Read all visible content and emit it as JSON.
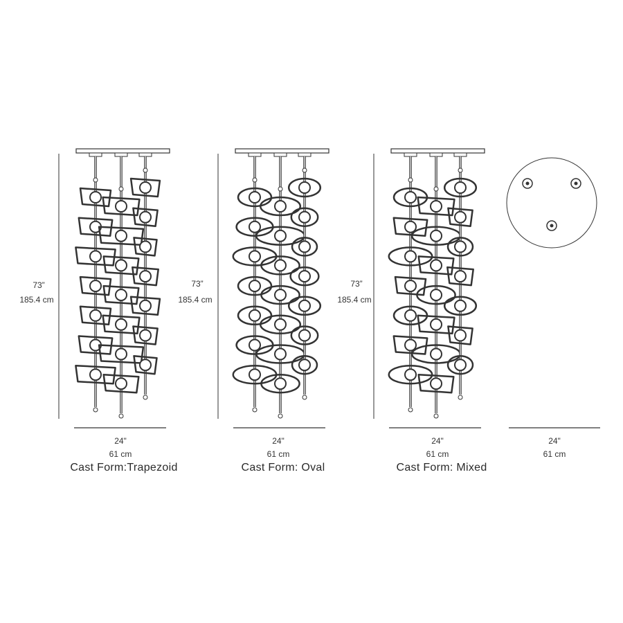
{
  "fixtures": [
    {
      "caption": "Cast Form:Trapezoid",
      "height_in": "73”",
      "height_cm": "185.4 cm",
      "width_in": "24\"",
      "width_cm": "61 cm",
      "shape": "trapezoid"
    },
    {
      "caption": "Cast Form: Oval",
      "height_in": "73”",
      "height_cm": "185.4 cm",
      "width_in": "24\"",
      "width_cm": "61 cm",
      "shape": "oval"
    },
    {
      "caption": "Cast Form: Mixed",
      "height_in": "73”",
      "height_cm": "185.4 cm",
      "width_in": "24\"",
      "width_cm": "61 cm",
      "shape": "mixed"
    }
  ],
  "canopy": {
    "width_in": "24\"",
    "width_cm": "61 cm",
    "ports": 3
  },
  "colors": {
    "line": "#333333",
    "dimension": "#555555"
  }
}
